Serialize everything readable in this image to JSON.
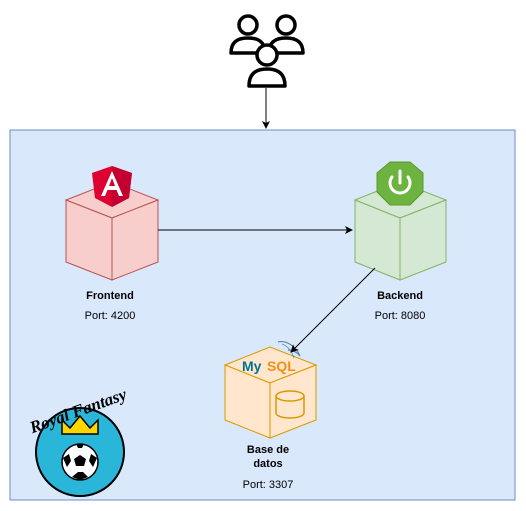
{
  "nodes": {
    "frontend": {
      "name": "Frontend",
      "port": "Port: 4200",
      "icon": "angular-icon"
    },
    "backend": {
      "name": "Backend",
      "port": "Port: 8080",
      "icon": "spring-icon"
    },
    "database": {
      "name_line1": "Base de",
      "name_line2": "datos",
      "port": "Port: 3307",
      "icon": "mysql-icon",
      "logo_text_my": "My",
      "logo_text_sql": "SQL"
    }
  },
  "users": {
    "icon": "users-icon"
  },
  "logo": {
    "text": "Royal Fantasy"
  },
  "colors": {
    "container_fill": "#dae8fc",
    "container_stroke": "#6c8ebf",
    "frontend_fill": "#f8cecc",
    "frontend_stroke": "#b85450",
    "backend_fill": "#d5e8d4",
    "backend_stroke": "#82b366",
    "database_fill": "#ffe6cc",
    "database_stroke": "#d79b00"
  },
  "edges": [
    {
      "from": "users",
      "to": "container"
    },
    {
      "from": "frontend",
      "to": "backend"
    },
    {
      "from": "backend",
      "to": "database"
    }
  ]
}
